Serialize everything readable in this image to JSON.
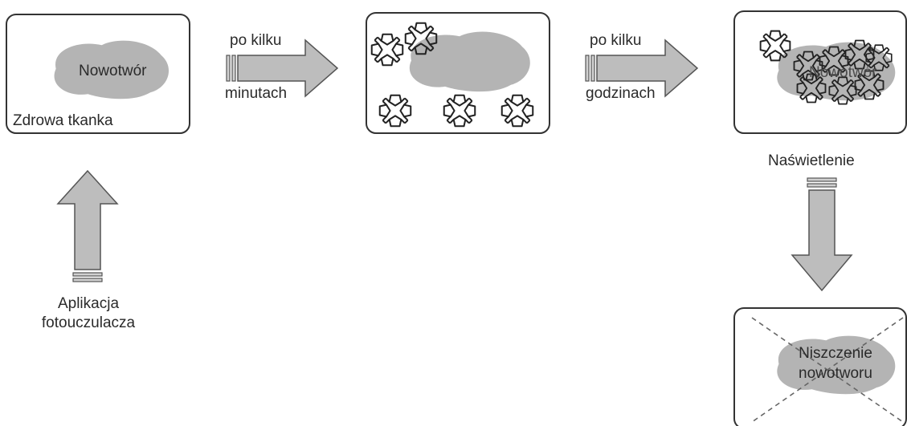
{
  "colors": {
    "background": "#ffffff",
    "panel_border": "#333333",
    "tumor_fill": "#b4b4b4",
    "arrow_fill": "#bdbdbd",
    "arrow_stroke": "#555555",
    "molecule_stroke": "#222222",
    "cross_stroke": "#666666"
  },
  "panels": {
    "tissue": {
      "tumor_label": "Nowotwór",
      "tissue_label": "Zdrowa tkanka"
    },
    "after_hours": {
      "tumor_label": "Nowotwór"
    },
    "destroyed": {
      "line1": "Niszczenie",
      "line2": "nowotworu"
    }
  },
  "arrows": {
    "minutes": {
      "line1": "po kilku",
      "line2": "minutach"
    },
    "hours": {
      "line1": "po kilku",
      "line2": "godzinach"
    },
    "application": {
      "line1": "Aplikacja",
      "line2": "fotouczulacza"
    },
    "irradiation": {
      "label": "Naświetlenie"
    }
  },
  "icons": [
    "photosensitizer-molecule-icon",
    "tumor-blob",
    "destruction-cross"
  ]
}
